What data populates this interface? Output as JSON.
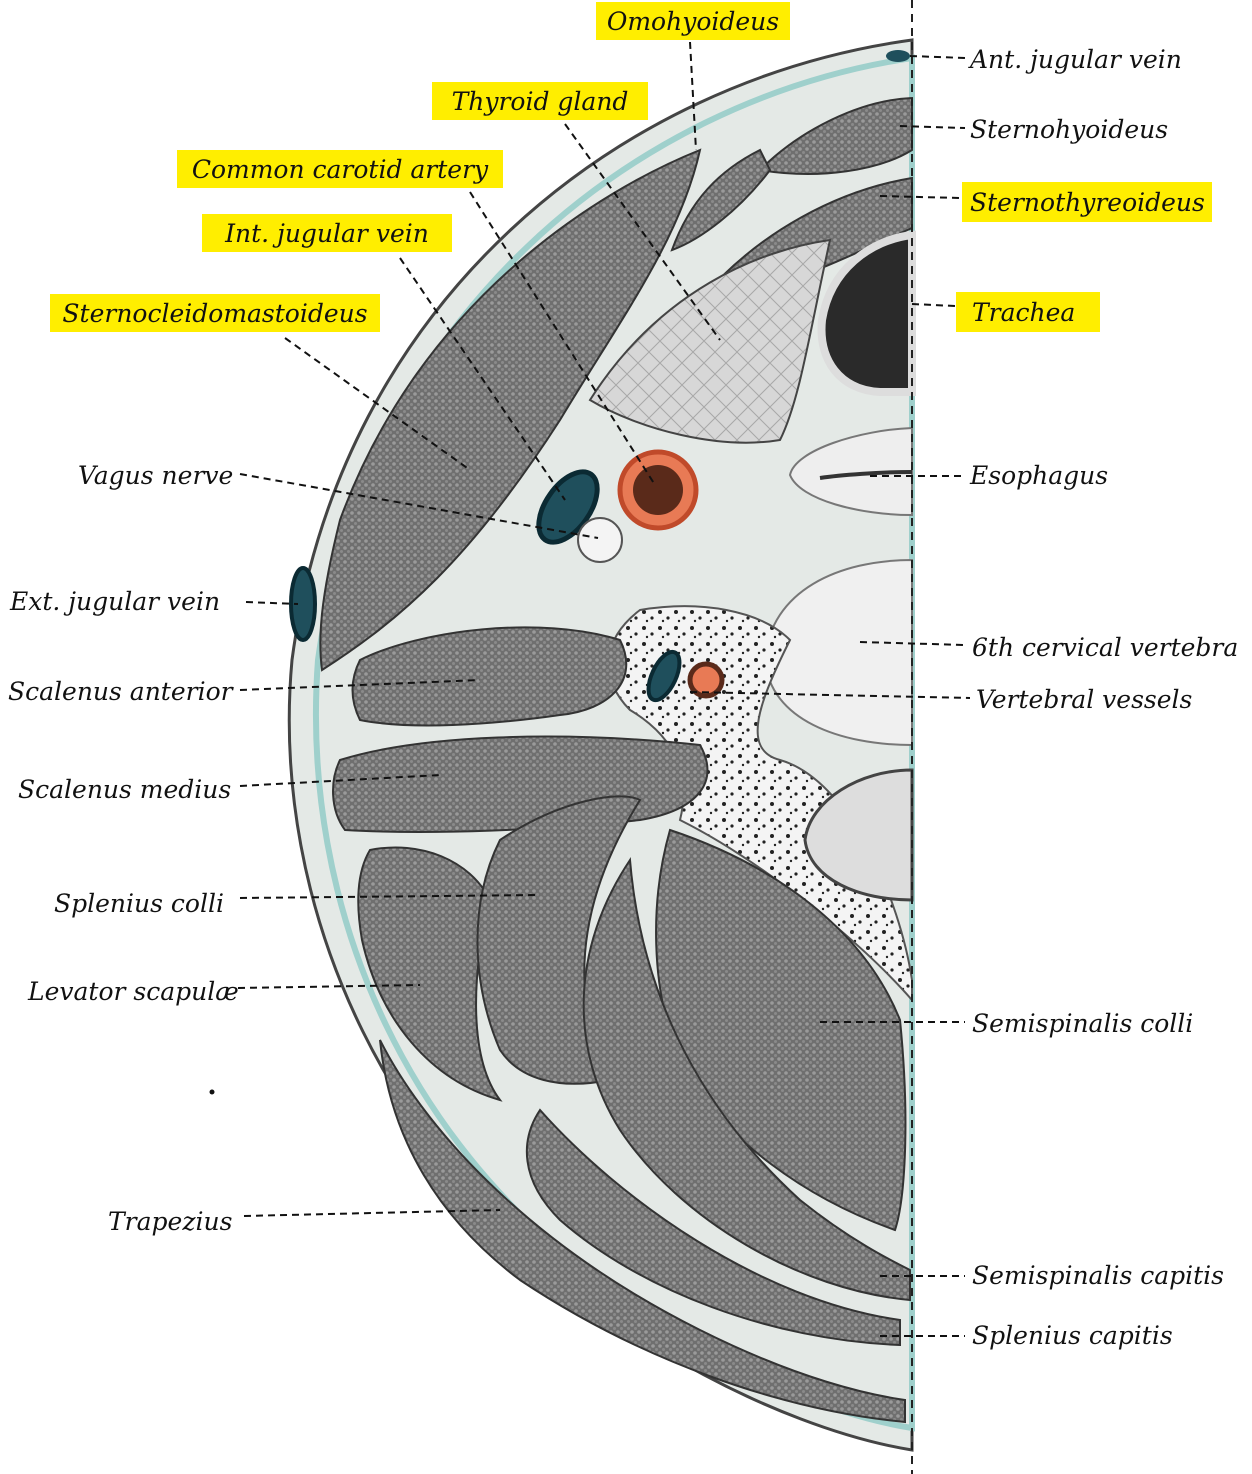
{
  "colors": {
    "muscle": "#666666",
    "fascia": "#e6ebe8",
    "fascia_blue": "#9fd0cc",
    "vein": "#1f4f5c",
    "artery": "#e87a55",
    "thyroid": "#d9d9d9",
    "trachea_lumen": "#2a2a2a",
    "bone": "#f2f2f2",
    "highlight": "#ffee00"
  },
  "labels": {
    "omohyoideus": "Omohyoideus",
    "thyroid_gland": "Thyroid gland",
    "common_carotid_artery": "Common carotid artery",
    "int_jugular_vein": "Int. jugular vein",
    "sternocleidomastoideus": "Sternocleidomastoideus",
    "vagus_nerve": "Vagus nerve",
    "ext_jugular_vein": "Ext. jugular vein",
    "scalenus_anterior": "Scalenus anterior",
    "scalenus_medius": "Scalenus medius",
    "splenius_colli": "Splenius colli",
    "levator_scapulae": "Levator scapulæ",
    "trapezius": "Trapezius",
    "ant_jugular_vein": "Ant. jugular vein",
    "sternohyoideus": "Sternohyoideus",
    "sternothyreoideus": "Sternothyreoideus",
    "trachea": "Trachea",
    "esophagus": "Esophagus",
    "cervical_vertebra": "6th cervical vertebra",
    "vertebral_vessels": "Vertebral vessels",
    "semispinalis_colli": "Semispinalis colli",
    "semispinalis_capitis": "Semispinalis capitis",
    "splenius_capitis": "Splenius capitis"
  }
}
